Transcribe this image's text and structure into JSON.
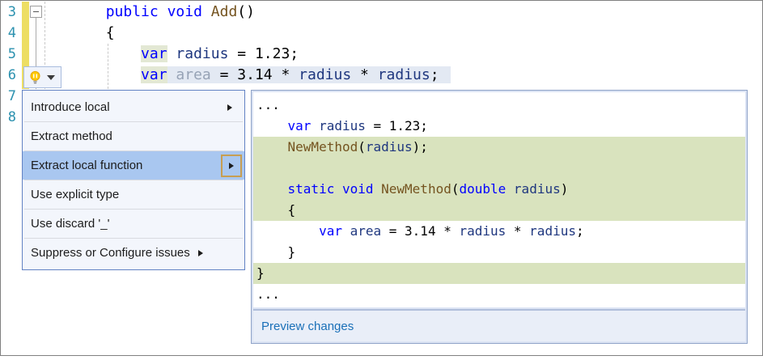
{
  "colors": {
    "keyword": "#0000FF",
    "identifier": "#1F377F",
    "method": "#74531F",
    "faded": "#97A3B6",
    "lineNumber": "#2B91AF",
    "changeBar": "#EDDE64",
    "refBg": "#E3E8D4",
    "selBg": "#E3E9F3",
    "menuHl": "#A9C7F0",
    "addedBg": "#D9E3BE",
    "link": "#1A70B8"
  },
  "editor": {
    "line_numbers": [
      "3",
      "4",
      "5",
      "6",
      "7",
      "8"
    ],
    "code_lines": [
      {
        "indent": 8,
        "segments": [
          {
            "text": "public",
            "cls": "kw"
          },
          {
            "text": " ",
            "cls": "pl"
          },
          {
            "text": "void",
            "cls": "kw"
          },
          {
            "text": " ",
            "cls": "pl"
          },
          {
            "text": "Add",
            "cls": "method"
          },
          {
            "text": "()",
            "cls": "pl"
          }
        ]
      },
      {
        "indent": 8,
        "segments": [
          {
            "text": "{",
            "cls": "pl"
          }
        ]
      },
      {
        "indent": 12,
        "segments": [
          {
            "text": "var",
            "cls": "kw",
            "hl": true
          },
          {
            "text": " ",
            "cls": "pl"
          },
          {
            "text": "radius",
            "cls": "id"
          },
          {
            "text": " = 1.23;",
            "cls": "pl"
          }
        ]
      },
      {
        "indent": 12,
        "selected": true,
        "segments": [
          {
            "text": "var",
            "cls": "kw",
            "hl": true
          },
          {
            "text": " ",
            "cls": "pl"
          },
          {
            "text": "area",
            "cls": "faded"
          },
          {
            "text": " = 3.14 * ",
            "cls": "pl"
          },
          {
            "text": "radius",
            "cls": "id"
          },
          {
            "text": " * ",
            "cls": "pl"
          },
          {
            "text": "radius",
            "cls": "id"
          },
          {
            "text": ";",
            "cls": "pl"
          }
        ]
      }
    ]
  },
  "lightbulb": {
    "icon": "lightbulb-icon",
    "dropdown": "chevron-down-icon"
  },
  "menu": {
    "items": [
      {
        "label": "Introduce local",
        "submenu": "right"
      },
      {
        "label": "Extract method"
      },
      {
        "label": "Extract local function",
        "highlighted": true,
        "submenu": "boxed"
      },
      {
        "label": "Use explicit type"
      },
      {
        "label": "Use discard '_'"
      },
      {
        "label": "Suppress or Configure issues",
        "submenu": "inline"
      }
    ]
  },
  "popup": {
    "code_lines": [
      {
        "indent": 0,
        "segments": [
          {
            "text": "...",
            "cls": "pl"
          }
        ]
      },
      {
        "indent": 4,
        "segments": [
          {
            "text": "var",
            "cls": "kw"
          },
          {
            "text": " ",
            "cls": "pl"
          },
          {
            "text": "radius",
            "cls": "id"
          },
          {
            "text": " = 1.23;",
            "cls": "pl"
          }
        ]
      },
      {
        "indent": 4,
        "added": true,
        "segments": [
          {
            "text": "NewMethod",
            "cls": "method"
          },
          {
            "text": "(",
            "cls": "pl"
          },
          {
            "text": "radius",
            "cls": "id"
          },
          {
            "text": ");",
            "cls": "pl"
          }
        ]
      },
      {
        "indent": 0,
        "added": true,
        "segments": []
      },
      {
        "indent": 4,
        "added": true,
        "segments": [
          {
            "text": "static",
            "cls": "kw"
          },
          {
            "text": " ",
            "cls": "pl"
          },
          {
            "text": "void",
            "cls": "kw"
          },
          {
            "text": " ",
            "cls": "pl"
          },
          {
            "text": "NewMethod",
            "cls": "method"
          },
          {
            "text": "(",
            "cls": "pl"
          },
          {
            "text": "double",
            "cls": "kw"
          },
          {
            "text": " ",
            "cls": "pl"
          },
          {
            "text": "radius",
            "cls": "id"
          },
          {
            "text": ")",
            "cls": "pl"
          }
        ]
      },
      {
        "indent": 4,
        "added": true,
        "segments": [
          {
            "text": "{",
            "cls": "pl"
          }
        ]
      },
      {
        "indent": 8,
        "segments": [
          {
            "text": "var",
            "cls": "kw"
          },
          {
            "text": " ",
            "cls": "pl"
          },
          {
            "text": "area",
            "cls": "id"
          },
          {
            "text": " = 3.14 * ",
            "cls": "pl"
          },
          {
            "text": "radius",
            "cls": "id"
          },
          {
            "text": " * ",
            "cls": "pl"
          },
          {
            "text": "radius",
            "cls": "id"
          },
          {
            "text": ";",
            "cls": "pl"
          }
        ]
      },
      {
        "indent": 4,
        "segments": [
          {
            "text": "}",
            "cls": "pl"
          }
        ]
      },
      {
        "indent": 0,
        "added": true,
        "segments": [
          {
            "text": "}",
            "cls": "pl"
          }
        ]
      },
      {
        "indent": 0,
        "segments": [
          {
            "text": "...",
            "cls": "pl"
          }
        ]
      }
    ],
    "footer": {
      "label": "Preview changes"
    }
  }
}
